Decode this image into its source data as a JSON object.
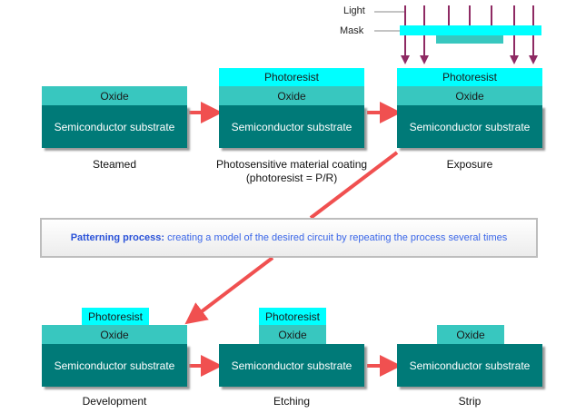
{
  "legend": {
    "light": "Light",
    "mask": "Mask"
  },
  "layers": {
    "oxide": "Oxide",
    "substrate": "Semiconductor substrate",
    "photoresist": "Photoresist"
  },
  "steps": {
    "steamed": "Steamed",
    "coating_line1": "Photosensitive material coating",
    "coating_line2": "(photoresist = P/R)",
    "exposure": "Exposure",
    "development": "Development",
    "etching": "Etching",
    "strip": "Strip"
  },
  "banner": {
    "title": "Patterning process:",
    "text": "creating a model of the desired circuit by repeating the process several times"
  },
  "colors": {
    "substrate": "#007a78",
    "oxide": "#38c7bf",
    "photoresist": "#00ffff",
    "arrow": "#f05050",
    "light_arrow": "#8e2a63"
  }
}
